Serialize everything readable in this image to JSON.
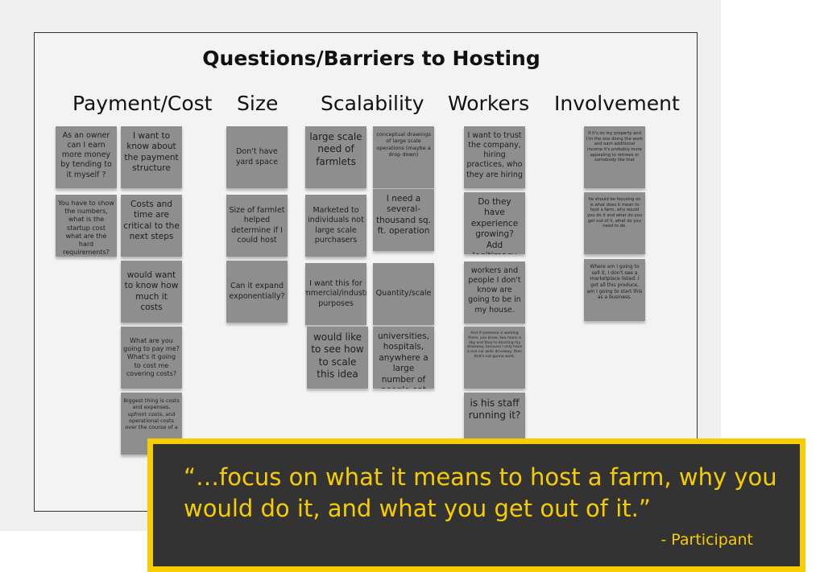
{
  "board": {
    "title": "Questions/Barriers to Hosting",
    "columns": [
      {
        "heading": "Payment/Cost",
        "notes": [
          "As an owner can I earn more money by tending to it myself ?",
          "I want to know about the payment structure",
          "You have to show the numbers, what is the startup cost what are the hard requirements?",
          "Costs and time are critical to the next steps",
          "would want to know how much it costs",
          "What are you going to pay me? What's it going to cost me covering costs?",
          "Biggest thing is costs and expenses, upfront costs, and operational costs over the course of a"
        ]
      },
      {
        "heading": "Size",
        "notes": [
          "Don't have yard space",
          "Size of farmlet helped determine if I could host",
          "Can it expand exponentially?"
        ]
      },
      {
        "heading": "Scalability",
        "notes": [
          "large scale need of farmlets",
          "conceptual drawings of large scale operations (maybe a drop down)",
          "Marketed to individuals not large scale purchasers",
          "I need a several-thousand sq. ft. operation",
          "I want this for commercial/industrial purposes",
          "Quantity/scale",
          "would like to see how to scale this idea",
          "universities, hospitals, anywhere a large number of people eat"
        ]
      },
      {
        "heading": "Workers",
        "notes": [
          "I want to trust the company, hiring practices, who they are hiring",
          "Do they have experience growing? Add legitimacy",
          "workers and people I don't know are going to be in my house.",
          "And if someone is working there, you know, two hours a day and they're blocking my driveway, because I only have a one car wide driveway, then that's not gonna work.",
          "is his staff running it?"
        ]
      },
      {
        "heading": "Involvement",
        "notes": [
          "If it's on my property and I'm the one doing the work and earn additional income it's probably more appealing to retirees or somebody like that",
          "he should be focusing on is what does it mean to host a farm, why would you do it and what do you get out of it, what do you need to do.",
          "Where am I going to sell it, I don't see a marketplace listed. I got all this produce, am I going to start this as a business."
        ]
      }
    ]
  },
  "quote": {
    "text": "“…focus on what it means to host a farm, why you would do it, and what you get out of it.”",
    "attribution": "- Participant"
  },
  "colors": {
    "accent": "#f7cd00",
    "quote_bg": "#333333",
    "note": "#8e8e8e"
  }
}
